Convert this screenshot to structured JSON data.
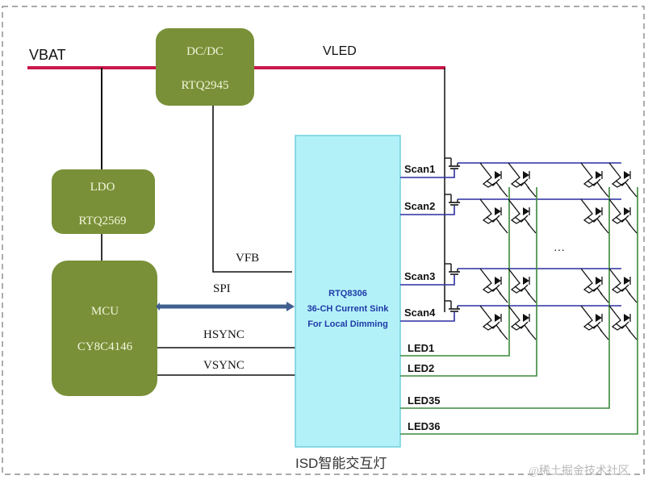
{
  "rails": {
    "vbat": "VBAT",
    "vled": "VLED",
    "rail_color": "#c8174a"
  },
  "blocks": {
    "dcdc": {
      "title": "DC/DC",
      "part": "RTQ2945"
    },
    "ldo": {
      "title": "LDO",
      "part": "RTQ2569"
    },
    "mcu": {
      "title": "MCU",
      "part": "CY8C4146"
    },
    "block_color": "#799038"
  },
  "signals": {
    "vfb": "VFB",
    "spi": "SPI",
    "hsync": "HSYNC",
    "vsync": "VSYNC",
    "spi_color": "#3f5f8f"
  },
  "driver": {
    "line1": "RTQ8306",
    "line2": "36-CH Current Sink",
    "line3": "For Local Dimming",
    "caption": "ISD智能交互灯",
    "fill_color": "#b3f1f8"
  },
  "scan_lines": [
    "Scan1",
    "Scan2",
    "Scan3",
    "Scan4"
  ],
  "led_lines": [
    "LED1",
    "LED2",
    "LED35",
    "LED36"
  ],
  "matrix": {
    "ellipsis": "···",
    "scan_color": "#2a2fa0",
    "led_color": "#3a8a3a"
  },
  "watermark": "@稀土掘金技术社区"
}
